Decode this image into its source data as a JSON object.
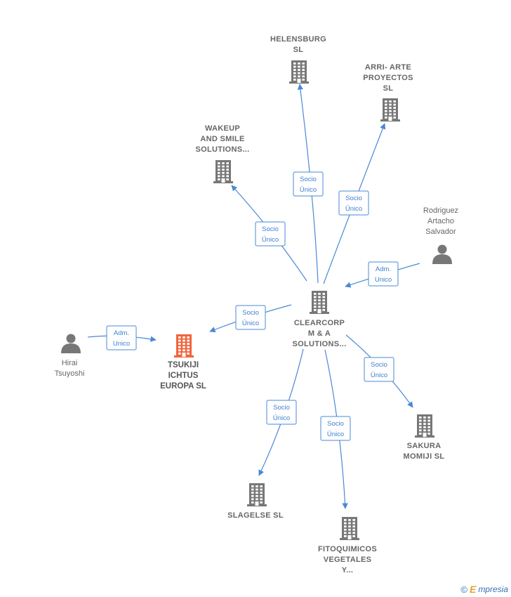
{
  "colors": {
    "edge": "#4a88d6",
    "company": "#777777",
    "main_company": "#f0643c",
    "person": "#777777"
  },
  "nodes": [
    {
      "id": "clearcorp",
      "kind": "company",
      "icon": "building-icon",
      "lines": [
        "CLEARCORP",
        "M & A",
        "SOLUTIONS..."
      ]
    },
    {
      "id": "tsukiji",
      "kind": "main",
      "icon": "building-icon",
      "lines": [
        "TSUKIJI",
        "ICHTUS",
        "EUROPA  SL"
      ]
    },
    {
      "id": "helensburg",
      "kind": "company",
      "icon": "building-icon",
      "lines": [
        "HELENSBURG",
        "SL"
      ]
    },
    {
      "id": "arri",
      "kind": "company",
      "icon": "building-icon",
      "lines": [
        "ARRI-  ARTE",
        "PROYECTOS",
        "SL"
      ]
    },
    {
      "id": "wakeup",
      "kind": "company",
      "icon": "building-icon",
      "lines": [
        "WAKEUP",
        "AND SMILE",
        "SOLUTIONS..."
      ]
    },
    {
      "id": "rodriguez",
      "kind": "person",
      "icon": "person-icon",
      "lines": [
        "Rodriguez",
        "Artacho",
        "Salvador"
      ]
    },
    {
      "id": "hirai",
      "kind": "person",
      "icon": "person-icon",
      "lines": [
        "Hirai",
        "Tsuyoshi"
      ]
    },
    {
      "id": "sakura",
      "kind": "company",
      "icon": "building-icon",
      "lines": [
        "SAKURA",
        "MOMIJI  SL"
      ]
    },
    {
      "id": "slagelse",
      "kind": "company",
      "icon": "building-icon",
      "lines": [
        "SLAGELSE  SL"
      ]
    },
    {
      "id": "fitoquimicos",
      "kind": "company",
      "icon": "building-icon",
      "lines": [
        "FITOQUIMICOS",
        "VEGETALES",
        "Y..."
      ]
    }
  ],
  "edges": [
    {
      "from": "clearcorp",
      "to": "helensburg",
      "label": [
        "Socio",
        "Único"
      ]
    },
    {
      "from": "clearcorp",
      "to": "arri",
      "label": [
        "Socio",
        "Único"
      ]
    },
    {
      "from": "clearcorp",
      "to": "wakeup",
      "label": [
        "Socio",
        "Único"
      ]
    },
    {
      "from": "rodriguez",
      "to": "clearcorp",
      "label": [
        "Adm.",
        "Unico"
      ]
    },
    {
      "from": "clearcorp",
      "to": "tsukiji",
      "label": [
        "Socio",
        "Único"
      ]
    },
    {
      "from": "hirai",
      "to": "tsukiji",
      "label": [
        "Adm.",
        "Unico"
      ]
    },
    {
      "from": "clearcorp",
      "to": "sakura",
      "label": [
        "Socio",
        "Único"
      ]
    },
    {
      "from": "clearcorp",
      "to": "slagelse",
      "label": [
        "Socio",
        "Único"
      ]
    },
    {
      "from": "clearcorp",
      "to": "fitoquimicos",
      "label": [
        "Socio",
        "Único"
      ]
    }
  ],
  "brand": {
    "copyright": "©",
    "initial": "E",
    "name": "mpresia"
  }
}
